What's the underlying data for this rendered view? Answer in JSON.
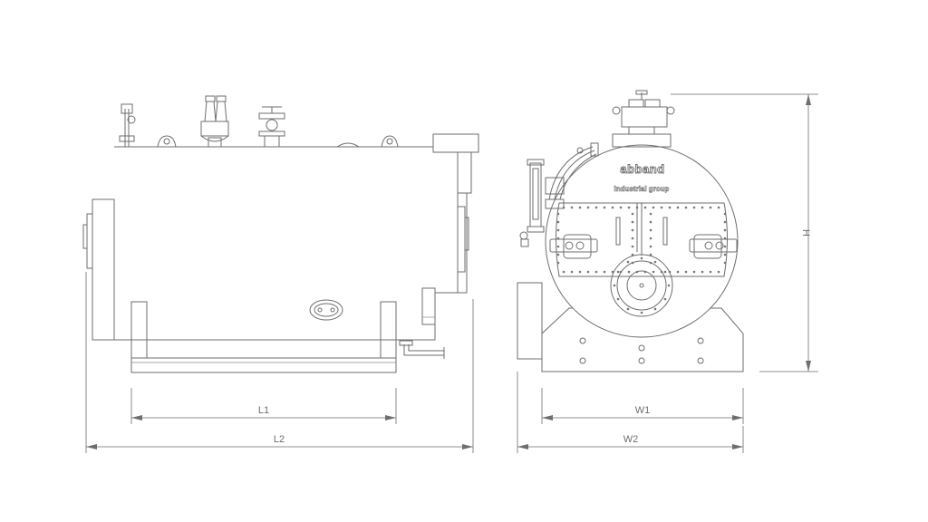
{
  "drawing": {
    "brand_name": "abband",
    "brand_subtitle": "industrial group",
    "dimensions": {
      "L1": "L1",
      "L2": "L2",
      "W1": "W1",
      "W2": "W2",
      "H": "H"
    }
  }
}
